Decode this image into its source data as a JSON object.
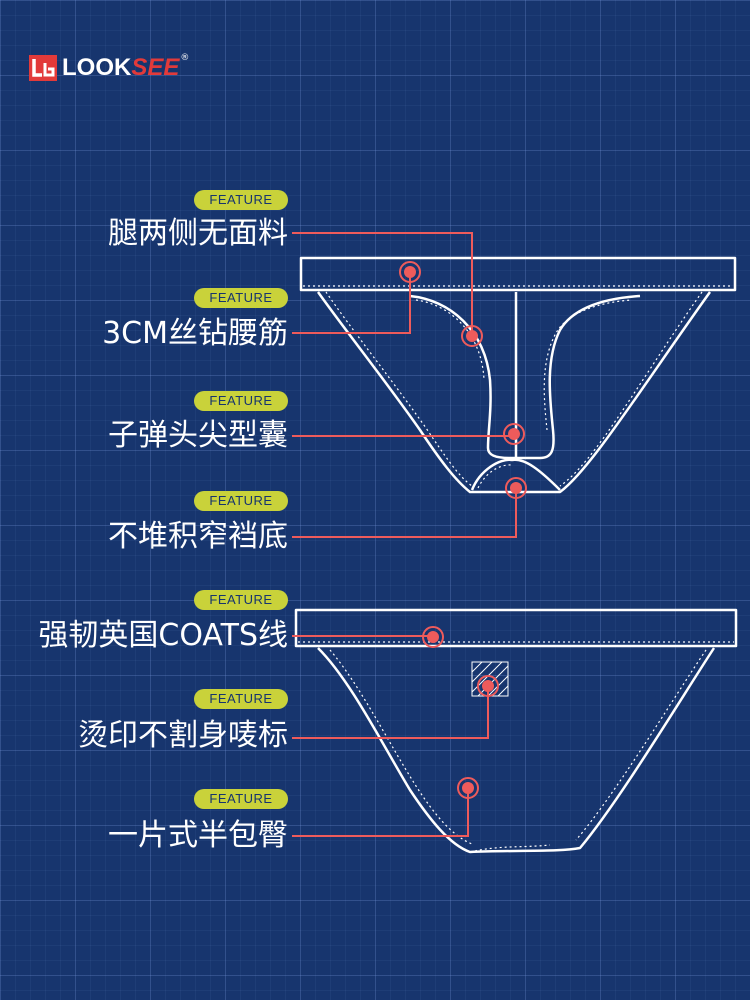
{
  "brand": {
    "prefix": "L",
    "name_white": "LOOK",
    "name_red": "SEE",
    "registered": "®"
  },
  "colors": {
    "background": "#17356e",
    "badge": "#c9d23a",
    "marker": "#ee5b5b",
    "outline": "#ffffff"
  },
  "features": [
    {
      "badge": "FEATURE",
      "text": "腿两侧无面料"
    },
    {
      "badge": "FEATURE",
      "text": "3CM丝钻腰筋"
    },
    {
      "badge": "FEATURE",
      "text": "子弹头尖型囊"
    },
    {
      "badge": "FEATURE",
      "text": "不堆积窄裆底"
    },
    {
      "badge": "FEATURE",
      "text": "强韧英国COATS线"
    },
    {
      "badge": "FEATURE",
      "text": "烫印不割身唛标"
    },
    {
      "badge": "FEATURE",
      "text": "一片式半包臀"
    }
  ]
}
